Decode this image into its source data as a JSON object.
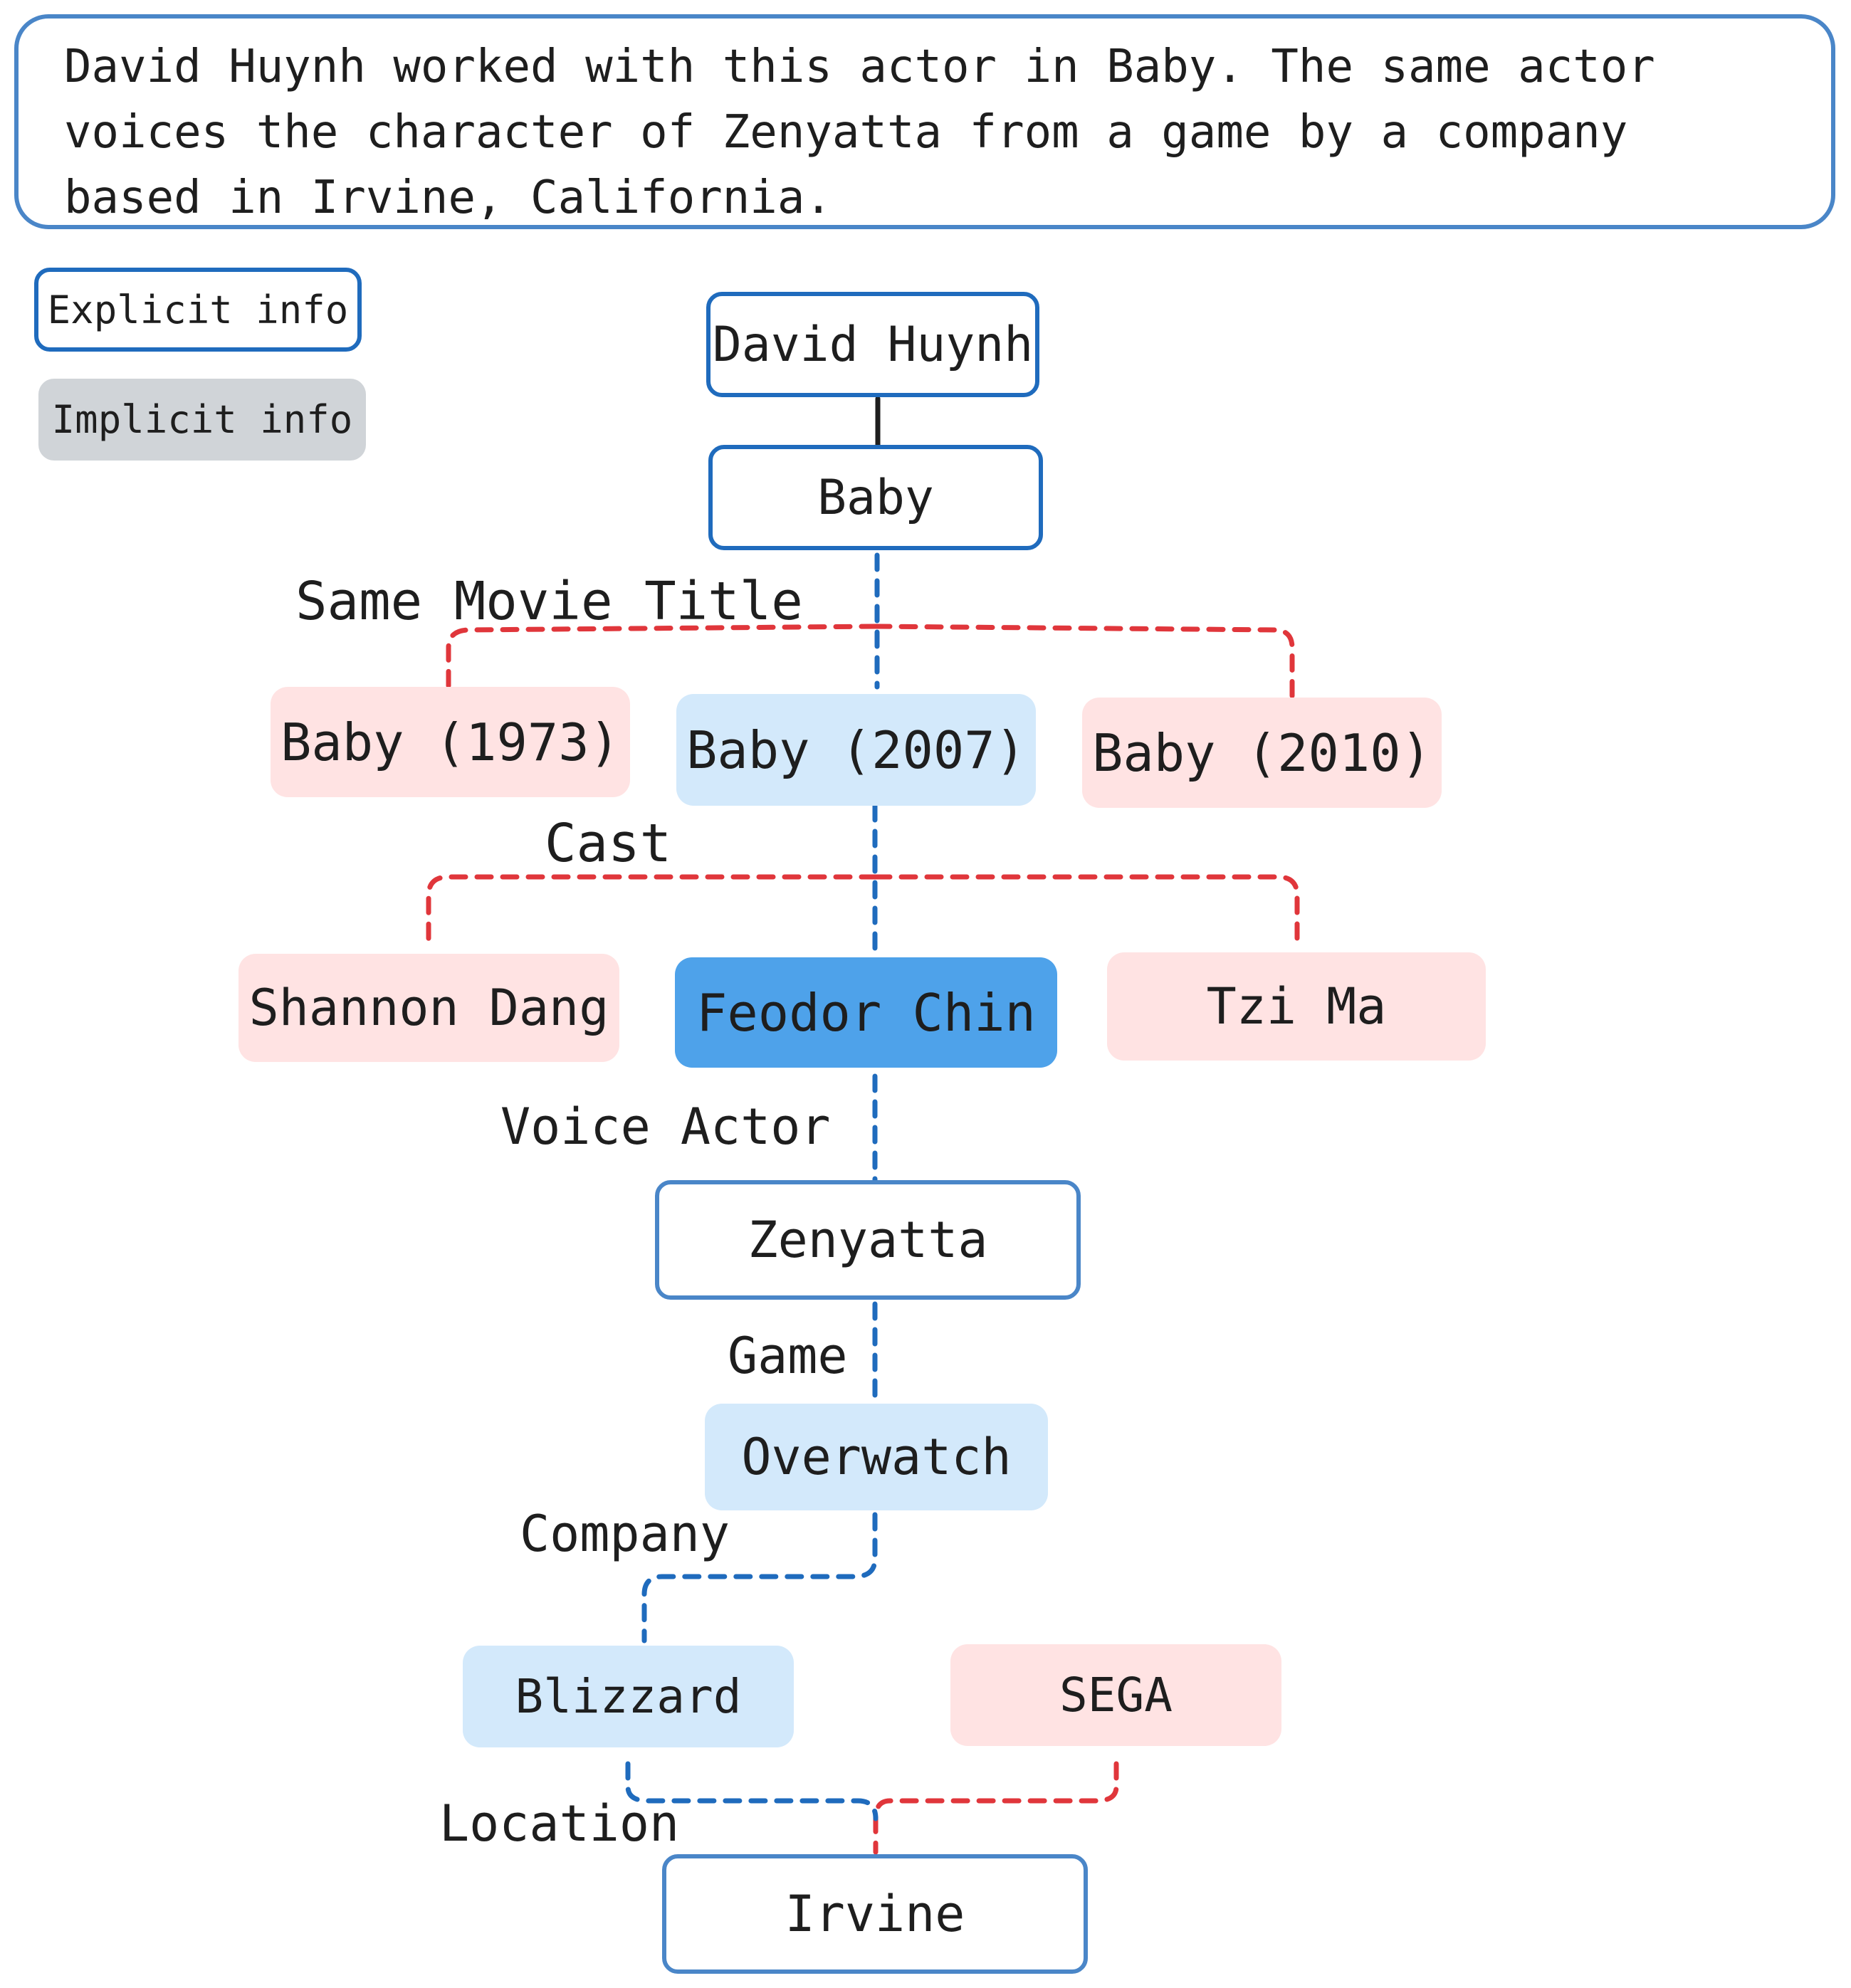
{
  "question": "David Huynh worked with this actor in Baby. The same actor voices the character of Zenyatta from a game by a company based in Irvine, California.",
  "legend": {
    "explicit": "Explicit info",
    "implicit": "Implicit info"
  },
  "nodes": {
    "david": "David Huynh",
    "baby": "Baby",
    "baby1973": "Baby (1973)",
    "baby2007": "Baby (2007)",
    "baby2010": "Baby (2010)",
    "shannon": "Shannon Dang",
    "feodor": "Feodor Chin",
    "tzi": "Tzi Ma",
    "zenyatta": "Zenyatta",
    "overwatch": "Overwatch",
    "blizzard": "Blizzard",
    "sega": "SEGA",
    "irvine": "Irvine"
  },
  "edges": {
    "same_title": "Same Movie Title",
    "cast": "Cast",
    "voice_actor": "Voice Actor",
    "game": "Game",
    "company": "Company",
    "location": "Location"
  },
  "colors": {
    "answer_path": "#1f6bbd",
    "distractor_path": "#e0363b",
    "explicit_border": "#1f6bbd",
    "implicit_fill": "#d3e9fb",
    "distractor_fill": "#ffe3e3",
    "answer_fill": "#4ea2ea"
  }
}
